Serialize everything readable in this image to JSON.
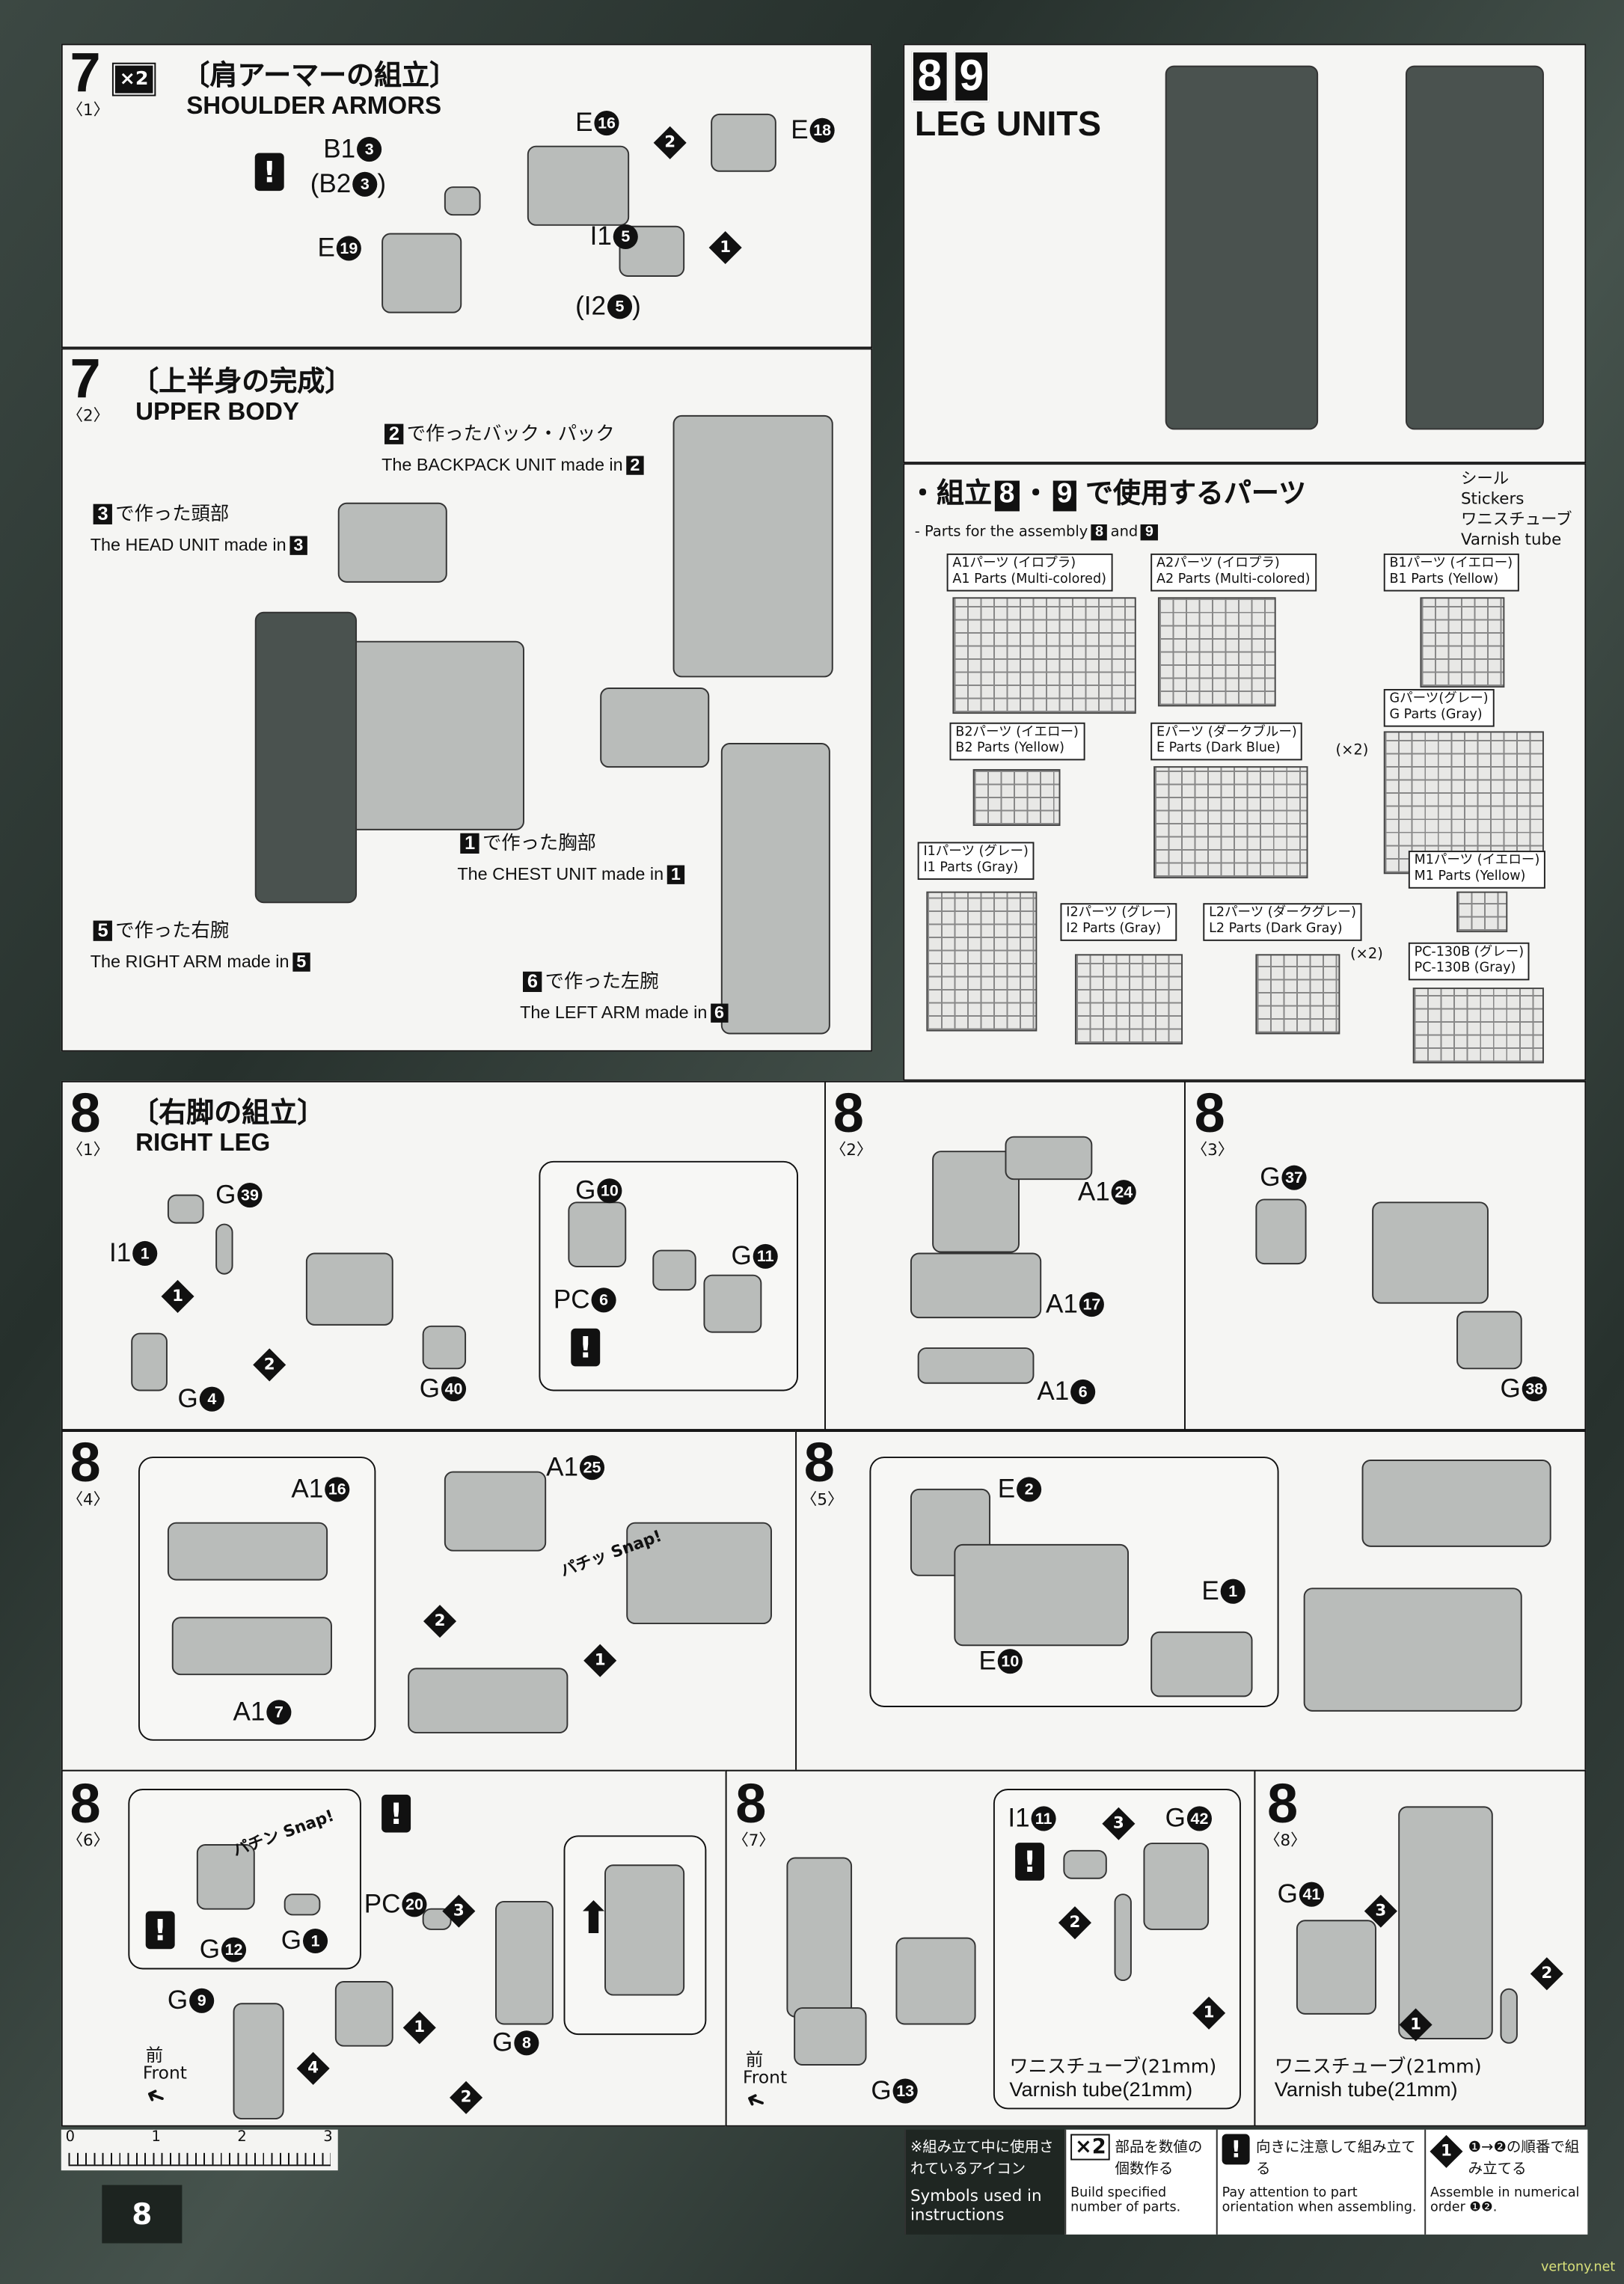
{
  "steps": [
    {
      "num": "7",
      "sub": "〈1〉",
      "title_jp": "〔肩アーマーの組立〕",
      "title_en": "SHOULDER ARMORS",
      "badge": "×2",
      "labels": [
        {
          "p": "B1",
          "n": "3"
        },
        {
          "p": "(B2",
          "n": "3",
          "s": ")"
        },
        {
          "p": "E",
          "n": "16"
        },
        {
          "p": "E",
          "n": "18"
        },
        {
          "p": "E",
          "n": "19"
        },
        {
          "p": "I1",
          "n": "5"
        },
        {
          "p": "(I2",
          "n": "5",
          "s": ")"
        }
      ],
      "order": [
        "2",
        "1"
      ]
    },
    {
      "num": "7",
      "sub": "〈2〉",
      "title_jp": "〔上半身の完成〕",
      "title_en": "UPPER BODY",
      "labels": [],
      "order": [],
      "captions": [
        {
          "box": "2",
          "jp": "で作ったバック・パック",
          "en": "The BACKPACK UNIT made in"
        },
        {
          "box": "3",
          "jp": "で作った頭部",
          "en": "The HEAD UNIT made in"
        },
        {
          "box": "1",
          "jp": "で作った胸部",
          "en": "The CHEST UNIT made in"
        },
        {
          "box": "5",
          "jp": "で作った右腕",
          "en": "The RIGHT ARM made in"
        },
        {
          "box": "6",
          "jp": "で作った左腕",
          "en": "The LEFT ARM made in"
        }
      ]
    },
    {
      "num": "8",
      "sub": "〈1〉",
      "title_jp": "〔右脚の組立〕",
      "title_en": "RIGHT LEG",
      "labels": [
        {
          "p": "G",
          "n": "39"
        },
        {
          "p": "I1",
          "n": "1"
        },
        {
          "p": "G",
          "n": "4"
        },
        {
          "p": "G",
          "n": "40"
        },
        {
          "p": "G",
          "n": "10"
        },
        {
          "p": "G",
          "n": "11"
        },
        {
          "p": "PC",
          "n": "6"
        }
      ],
      "order": [
        "1",
        "2"
      ]
    },
    {
      "num": "8",
      "sub": "〈2〉",
      "labels": [
        {
          "p": "A1",
          "n": "24"
        },
        {
          "p": "A1",
          "n": "17"
        },
        {
          "p": "A1",
          "n": "6"
        }
      ],
      "order": []
    },
    {
      "num": "8",
      "sub": "〈3〉",
      "labels": [
        {
          "p": "G",
          "n": "37"
        },
        {
          "p": "G",
          "n": "38"
        }
      ],
      "order": []
    },
    {
      "num": "8",
      "sub": "〈4〉",
      "labels": [
        {
          "p": "A1",
          "n": "16"
        },
        {
          "p": "A1",
          "n": "7"
        },
        {
          "p": "A1",
          "n": "25"
        }
      ],
      "order": [
        "2",
        "1"
      ],
      "snap": "パチッ Snap!"
    },
    {
      "num": "8",
      "sub": "〈5〉",
      "labels": [
        {
          "p": "E",
          "n": "2"
        },
        {
          "p": "E",
          "n": "1"
        },
        {
          "p": "E",
          "n": "10"
        }
      ],
      "order": []
    },
    {
      "num": "8",
      "sub": "〈6〉",
      "labels": [
        {
          "p": "G",
          "n": "12"
        },
        {
          "p": "G",
          "n": "1"
        },
        {
          "p": "PC",
          "n": "20"
        },
        {
          "p": "G",
          "n": "9"
        },
        {
          "p": "G",
          "n": "8"
        }
      ],
      "order": [
        "3",
        "4",
        "1",
        "2"
      ],
      "snap": "パチン Snap!",
      "front_jp": "前",
      "front_en": "Front"
    },
    {
      "num": "8",
      "sub": "〈7〉",
      "labels": [
        {
          "p": "I1",
          "n": "11"
        },
        {
          "p": "G",
          "n": "42"
        },
        {
          "p": "G",
          "n": "13"
        }
      ],
      "order": [
        "3",
        "2",
        "1"
      ],
      "front_jp": "前",
      "front_en": "Front",
      "tube_jp": "ワニスチューブ(21mm)",
      "tube_en": "Varnish tube(21mm)"
    },
    {
      "num": "8",
      "sub": "〈8〉",
      "labels": [
        {
          "p": "G",
          "n": "41"
        }
      ],
      "order": [
        "3",
        "2",
        "1"
      ],
      "tube_jp": "ワニスチューブ(21mm)",
      "tube_en": "Varnish tube(21mm)"
    }
  ],
  "leg_units": {
    "nums": [
      "8",
      "9"
    ],
    "title": "LEG UNITS"
  },
  "parts": {
    "title_pre": "・組立",
    "title_a": "8",
    "title_sep": "・",
    "title_b": "9",
    "title_post": "で使用するパーツ",
    "sub_pre": "- Parts for the assembly",
    "sub_a": "8",
    "sub_and": "and",
    "sub_b": "9",
    "legend": [
      "シール",
      "Stickers",
      "ワニスチューブ",
      "Varnish tube"
    ],
    "runners": [
      {
        "jp": "A1パーツ (イロプラ)",
        "en": "A1 Parts (Multi-colored)"
      },
      {
        "jp": "A2パーツ (イロプラ)",
        "en": "A2 Parts (Multi-colored)"
      },
      {
        "jp": "B1パーツ (イエロー)",
        "en": "B1 Parts (Yellow)"
      },
      {
        "jp": "Gパーツ(グレー)",
        "en": "G Parts (Gray)"
      },
      {
        "jp": "B2パーツ (イエロー)",
        "en": "B2 Parts (Yellow)"
      },
      {
        "jp": "Eパーツ (ダークブルー)",
        "en": "E Parts (Dark Blue)",
        "qty": "(×2)"
      },
      {
        "jp": "I1パーツ (グレー)",
        "en": "I1 Parts (Gray)"
      },
      {
        "jp": "M1パーツ (イエロー)",
        "en": "M1 Parts (Yellow)"
      },
      {
        "jp": "I2パーツ (グレー)",
        "en": "I2 Parts (Gray)"
      },
      {
        "jp": "L2パーツ (ダークグレー)",
        "en": "L2 Parts (Dark Gray)",
        "qty": "(×2)"
      },
      {
        "jp": "PC-130B (グレー)",
        "en": "PC-130B (Gray)"
      }
    ]
  },
  "footer": {
    "ruler": [
      "0",
      "1",
      "2",
      "3"
    ],
    "page_number": "8",
    "legend": {
      "intro_jp": "※組み立て中に使用されているアイコン",
      "intro_en": "Symbols used in instructions",
      "items": [
        {
          "icon": "×2",
          "jp": "部品を数値の個数作る",
          "en": "Build specified number of parts."
        },
        {
          "icon": "!",
          "jp": "向きに注意して組み立てる",
          "en": "Pay attention to part orientation when assembling."
        },
        {
          "icon": "1",
          "jp": "❶→❷の順番で組み立てる",
          "en": "Assemble in numerical order ❶❷."
        }
      ]
    },
    "watermark": "vertony.net"
  }
}
